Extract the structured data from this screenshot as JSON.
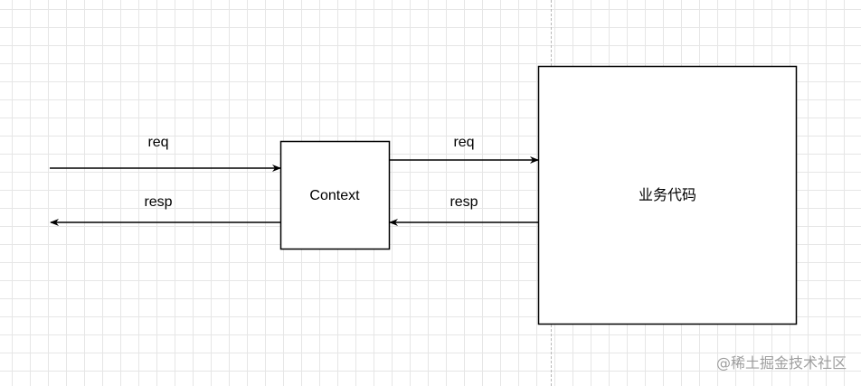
{
  "nodes": {
    "context": {
      "label": "Context"
    },
    "business": {
      "label": "业务代码"
    }
  },
  "edges": {
    "outer_req": {
      "label": "req"
    },
    "outer_resp": {
      "label": "resp"
    },
    "inner_req": {
      "label": "req"
    },
    "inner_resp": {
      "label": "resp"
    }
  },
  "watermark": {
    "text": "@稀土掘金技术社区"
  }
}
